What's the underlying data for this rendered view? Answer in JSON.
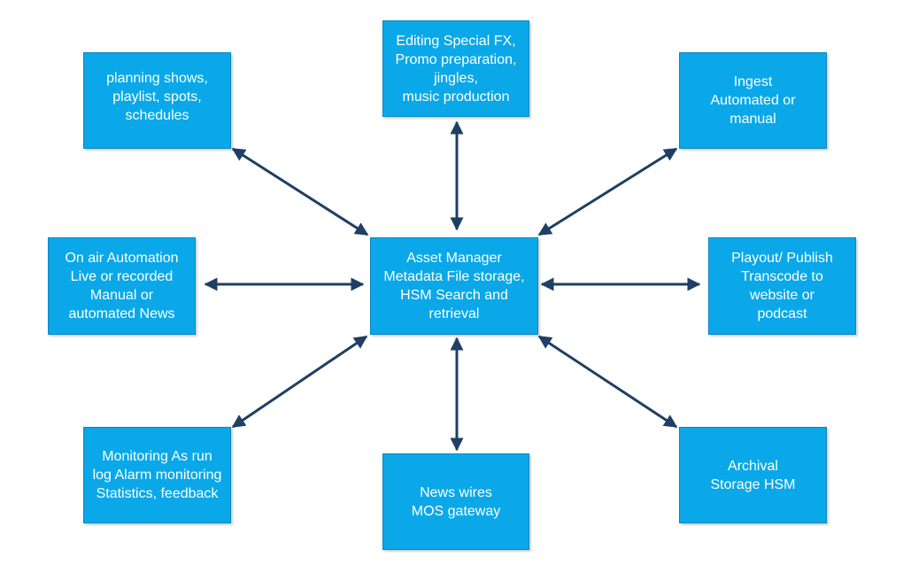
{
  "colors": {
    "node_fill": "#0aa8e8",
    "node_border": "#0a86c0",
    "node_text": "#ffffff",
    "arrow": "#1f3f63"
  },
  "nodes": {
    "center": "Asset Manager\nMetadata File storage,\nHSM Search and\nretrieval",
    "planning": "planning shows,\nplaylist, spots,\nschedules",
    "editing": "Editing Special FX,\nPromo preparation,\njingles,\nmusic production",
    "ingest": "Ingest\nAutomated or\nmanual",
    "onair": "On air Automation\nLive or recorded\nManual or\nautomated News",
    "playout": "Playout/ Publish\nTranscode to\nwebsite or\npodcast",
    "monitoring": "Monitoring As run\nlog Alarm monitoring\nStatistics, feedback",
    "news": "News wires\nMOS gateway",
    "archival": "Archival\nStorage HSM"
  },
  "edges": [
    {
      "from": "center",
      "to": "planning"
    },
    {
      "from": "center",
      "to": "editing"
    },
    {
      "from": "center",
      "to": "ingest"
    },
    {
      "from": "center",
      "to": "onair"
    },
    {
      "from": "center",
      "to": "playout"
    },
    {
      "from": "center",
      "to": "monitoring"
    },
    {
      "from": "center",
      "to": "news"
    },
    {
      "from": "center",
      "to": "archival"
    }
  ]
}
